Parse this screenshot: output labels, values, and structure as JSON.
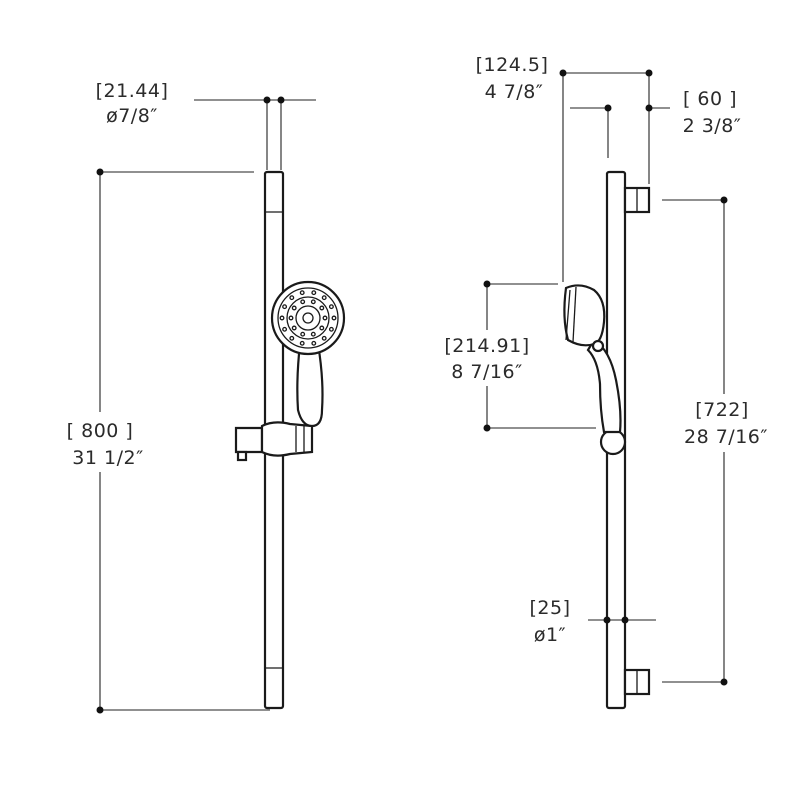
{
  "dimensions": {
    "left": {
      "diameter": {
        "mm": "[21.44]",
        "inch": "ø7/8″"
      },
      "length": {
        "mm": "[ 800 ]",
        "inch": "31 1/2″"
      }
    },
    "right": {
      "offset": {
        "mm": "[124.5]",
        "inch": "4 7/8″"
      },
      "bracket": {
        "mm": "[ 60 ]",
        "inch": "2 3/8″"
      },
      "head_height": {
        "mm": "[214.91]",
        "inch": "8 7/16″"
      },
      "mount_spacing": {
        "mm": "[722]",
        "inch": "28 7/16″"
      },
      "diameter": {
        "mm": "[25]",
        "inch": "ø1″"
      }
    }
  }
}
